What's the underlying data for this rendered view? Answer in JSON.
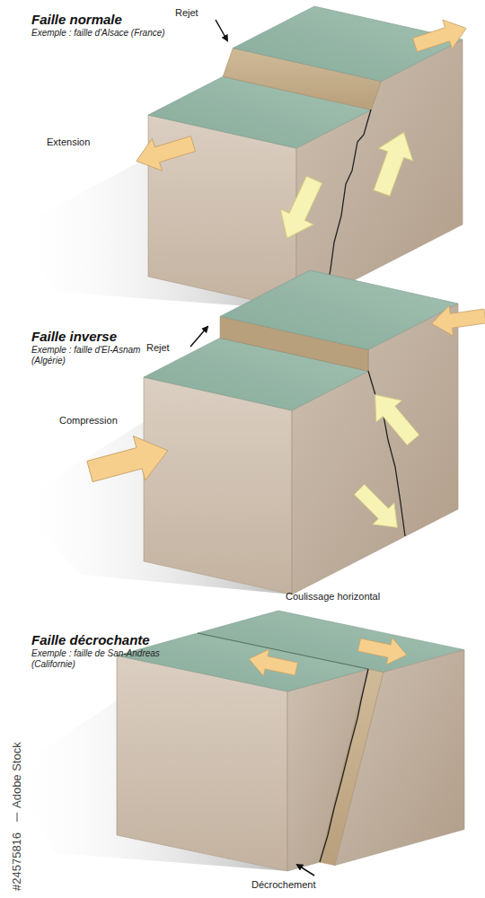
{
  "diagram": {
    "labels": [
      "Faille normale",
      "Exemple : faille d'Alsace (France)",
      "Rejet",
      "Extension",
      "Faille inverse",
      "Exemple : faille d'El-Asnam (Algérie)",
      "Rejet",
      "Compression",
      "Faille décrochante",
      "Exemple : faille de San-Andreas (Californie)",
      "Coulissage horizontal",
      "Décrochement",
      "Adobe Stock",
      "#24575816"
    ]
  }
}
